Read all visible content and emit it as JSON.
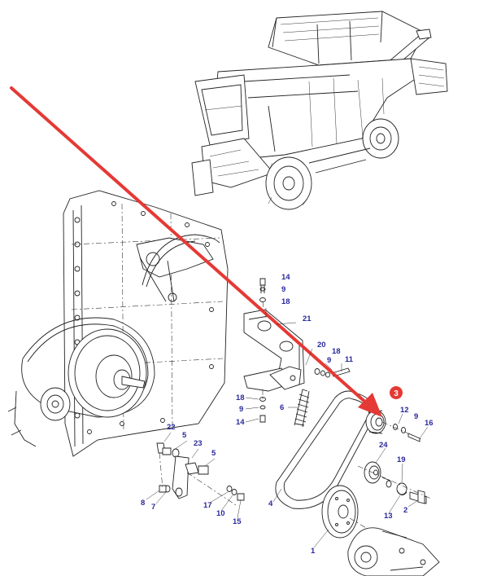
{
  "diagram": {
    "highlight": {
      "number": "3",
      "color": "#e53935"
    },
    "arrow_color": "#e53935",
    "label_color": "#2a2a9a",
    "part_labels": {
      "p1": "1",
      "p2": "2",
      "p4": "4",
      "p5a": "5",
      "p5b": "5",
      "p6": "6",
      "p7": "7",
      "p8": "8",
      "p9a": "9",
      "p9b": "9",
      "p9c": "9",
      "p10": "10",
      "p11": "11",
      "p13": "13",
      "p14a": "14",
      "p14b": "14",
      "p15": "15",
      "p16": "16",
      "p17": "17",
      "p18a": "18",
      "p18b": "18",
      "p18c": "18",
      "p19": "19",
      "p20": "20",
      "p21": "21",
      "p22": "22",
      "p23": "23",
      "p24": "24"
    }
  }
}
